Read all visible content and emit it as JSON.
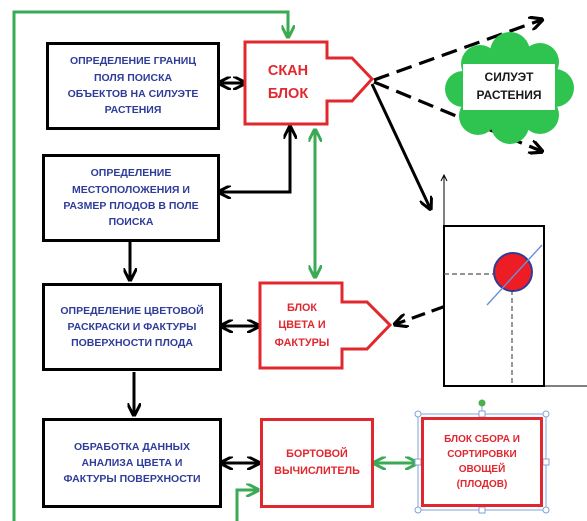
{
  "blocks": {
    "search_field": "ОПРЕДЕЛЕНИЕ ГРАНИЦ\nПОЛЯ ПОИСКА\nОБЪЕКТОВ НА СИЛУЭТЕ\nРАСТЕНИЯ",
    "fruit_location": "ОПРЕДЕЛЕНИЕ\nМЕСТОПОЛОЖЕНИЯ И\nРАЗМЕР ПЛОДОВ В ПОЛЕ\nПОИСКА",
    "color_texture_detect": "ОПРЕДЕЛЕНИЕ ЦВЕТОВОЙ\nРАСКРАСКИ И ФАКТУРЫ\nПОВЕРХНОСТИ ПЛОДА",
    "data_processing": "ОБРАБОТКА ДАННЫХ\nАНАЛИЗА ЦВЕТА И\nФАКТУРЫ ПОВЕРХНОСТИ"
  },
  "units": {
    "scan_block": "СКАН\nБЛОК",
    "color_block": "БЛОК\nЦВЕТА И\nФАКТУРЫ",
    "onboard_computer": "БОРТОВОЙ\nВЫЧИСЛИТЕЛЬ",
    "sorting_block": "БЛОК СБОРА И\nСОРТИРОВКИ\nОВОЩЕЙ\n(ПЛОДОВ)"
  },
  "plant": {
    "label": "СИЛУЭТ\nРАСТЕНИЯ"
  },
  "colors": {
    "black": "#000000",
    "red": "#e0282e",
    "green": "#3aaa55",
    "dark_blue": "#2f3d99",
    "cloud_green": "#2ec44f",
    "fruit_red": "#ee1c24"
  }
}
